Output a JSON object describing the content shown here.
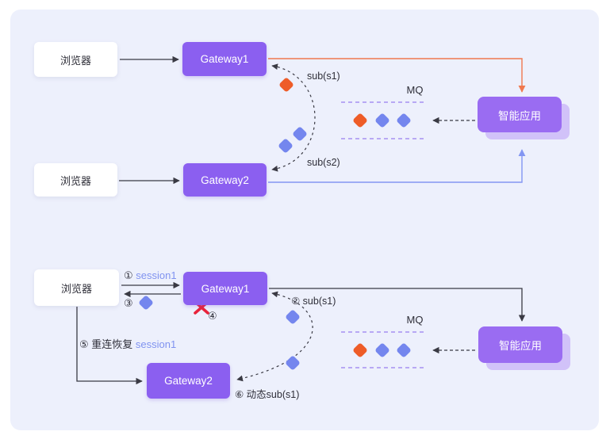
{
  "colors": {
    "panel_bg": "#edf0fc",
    "gateway_purple": "#8b5ff0",
    "app_purple": "#9a6cf2",
    "app_shadow": "#c7b3f8",
    "orange_diamond": "#ee5c28",
    "orange_line": "#f0794f",
    "blue_diamond": "#7486ee",
    "blue_line": "#8396f2",
    "mq_dash": "#a78ff2",
    "ink": "#2e2e38",
    "session_text": "#8093f0",
    "x_red": "#e8233b",
    "browser_bg": "#ffffff"
  },
  "top": {
    "browser1_label": "浏览器",
    "browser2_label": "浏览器",
    "gateway1_label": "Gateway1",
    "gateway2_label": "Gateway2",
    "app_label": "智能应用",
    "mq_label": "MQ",
    "sub_s1_label": "sub(s1)",
    "sub_s2_label": "sub(s2)"
  },
  "bottom": {
    "browser_label": "浏览器",
    "gateway1_label": "Gateway1",
    "gateway2_label": "Gateway2",
    "app_label": "智能应用",
    "mq_label": "MQ",
    "step1_num": "①",
    "step1_session": "session1",
    "step2_label": "② sub(s1)",
    "step3_num": "③",
    "step4_num": "④",
    "step5_prefix": "⑤ 重连恢复",
    "step5_session": "session1",
    "step6_label": "⑥ 动态sub(s1)"
  }
}
